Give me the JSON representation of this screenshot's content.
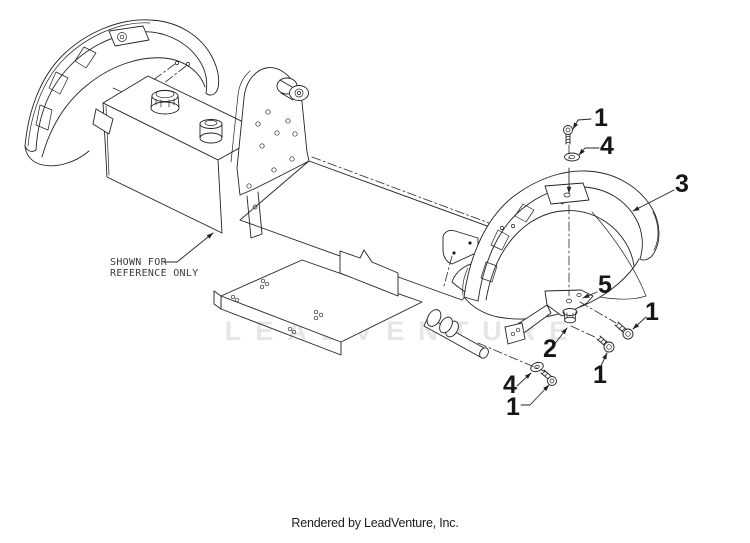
{
  "page": {
    "background": "#ffffff",
    "footer": "Rendered by LeadVenture, Inc."
  },
  "watermark": {
    "text": "LEADVENTURE",
    "color": "#e6e6e6"
  },
  "reference_note": {
    "line1": "SHOWN FOR",
    "line2": "REFERENCE ONLY"
  },
  "callouts": [
    {
      "part": "screw-top",
      "label": "1"
    },
    {
      "part": "washer-top",
      "label": "4"
    },
    {
      "part": "fender-right",
      "label": "3"
    },
    {
      "part": "fender-bracket",
      "label": "5"
    },
    {
      "part": "bolt-right",
      "label": "1"
    },
    {
      "part": "flange-nut",
      "label": "2"
    },
    {
      "part": "bolt-middle",
      "label": "1"
    },
    {
      "part": "washer-lower",
      "label": "4"
    },
    {
      "part": "bolt-lower",
      "label": "1"
    }
  ],
  "colors": {
    "line": "#232323"
  }
}
